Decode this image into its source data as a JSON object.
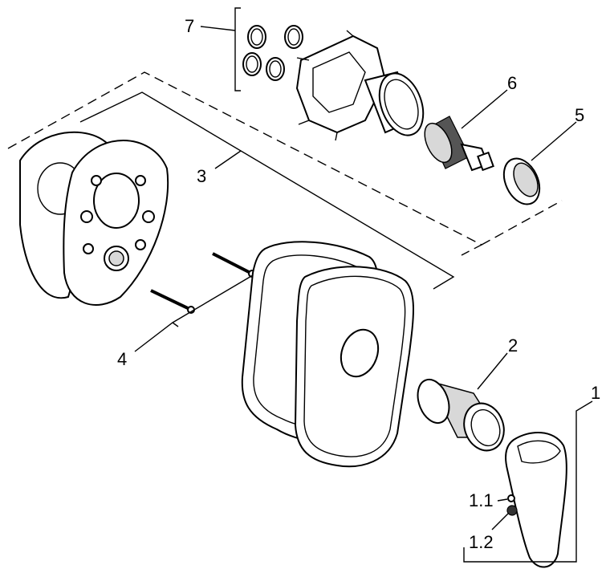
{
  "diagram": {
    "title": "Exploded view - concealed single lever mixer",
    "labels": {
      "p7": "7",
      "p6": "6",
      "p5": "5",
      "p3": "3",
      "p4": "4",
      "p2": "2",
      "p1": "1",
      "p1_1": "1.1",
      "p1_2": "1.2"
    }
  }
}
